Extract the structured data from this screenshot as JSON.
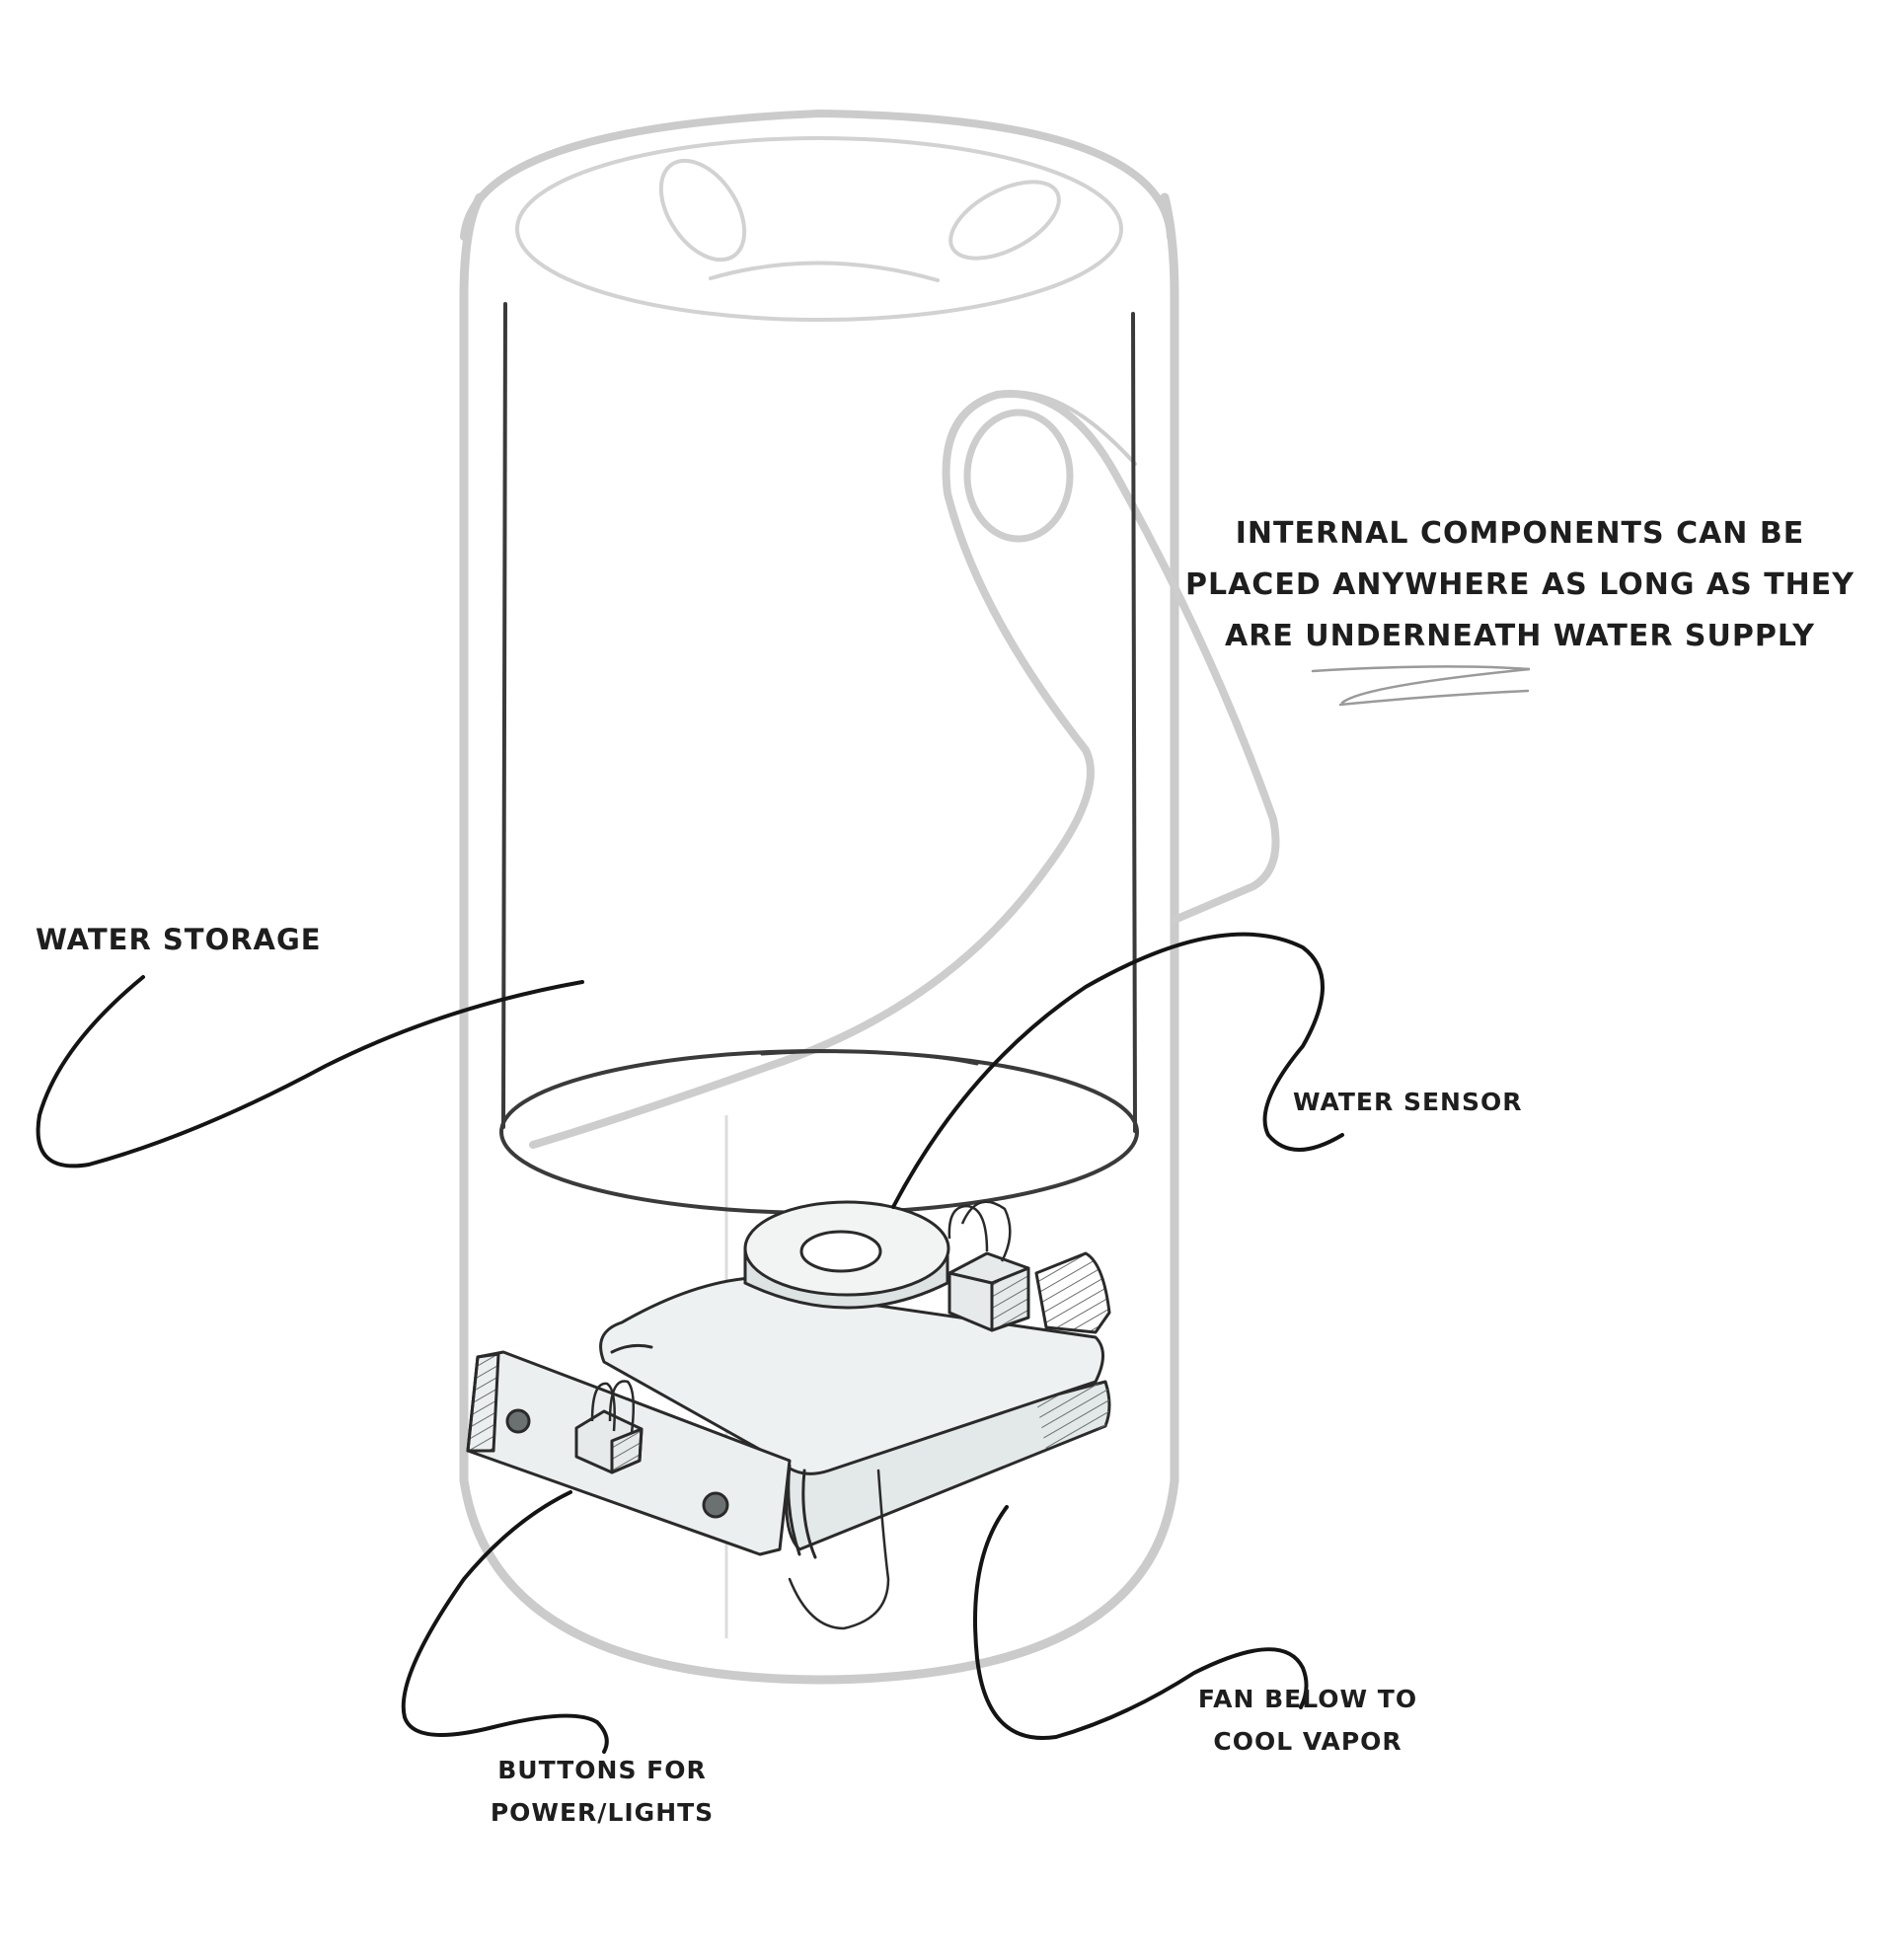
{
  "diagram": {
    "annotation_note": {
      "lines": [
        "INTERNAL COMPONENTS CAN BE",
        "PLACED ANYWHERE AS LONG AS THEY",
        "ARE UNDERNEATH WATER SUPPLY"
      ]
    },
    "labels": {
      "water_storage": "WATER STORAGE",
      "water_sensor": "WATER SENSOR",
      "fan": [
        "FAN BELOW TO",
        "COOL VAPOR"
      ],
      "buttons": [
        "BUTTONS FOR",
        "POWER/LIGHTS"
      ]
    },
    "colors": {
      "ink": "#1e1e1e",
      "housing": "#c8c8c8",
      "housing_light": "#dcdcdc",
      "component_fill": "#eef1f1",
      "shade": "#9aa0a0"
    }
  }
}
